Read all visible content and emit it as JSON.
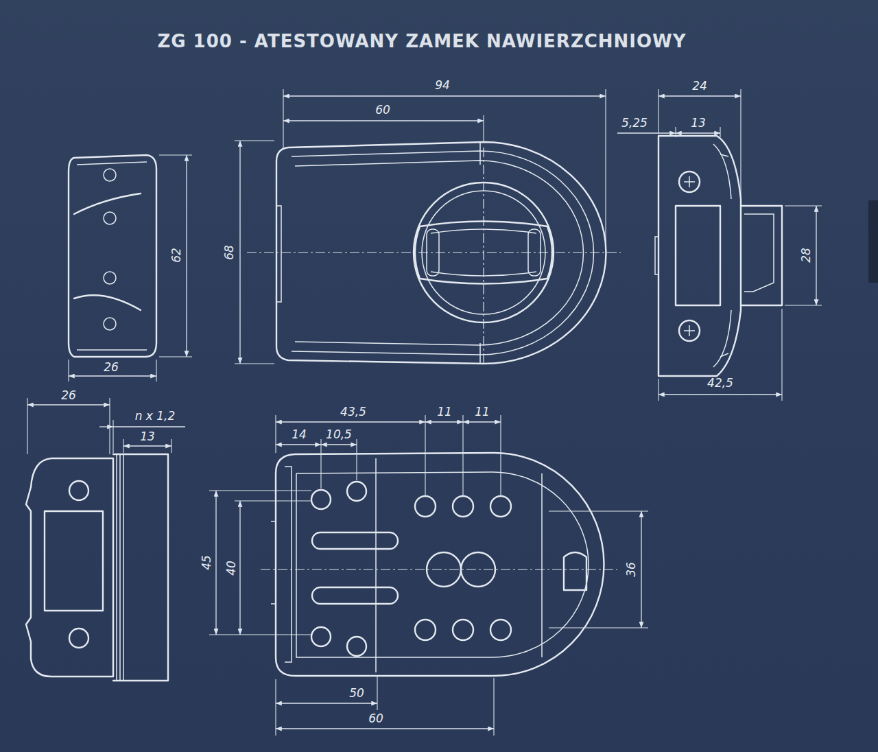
{
  "diagram": {
    "title": "ZG 100 - ATESTOWANY ZAMEK NAWIERZCHNIOWY",
    "labels": [
      "94",
      "60",
      "68",
      "24",
      "5,25",
      "13",
      "28",
      "42,5",
      "62",
      "26",
      "26",
      "n x 1,2",
      "13",
      "43,5",
      "11",
      "11",
      "14",
      "10,5",
      "45",
      "40",
      "36",
      "50",
      "60"
    ]
  }
}
